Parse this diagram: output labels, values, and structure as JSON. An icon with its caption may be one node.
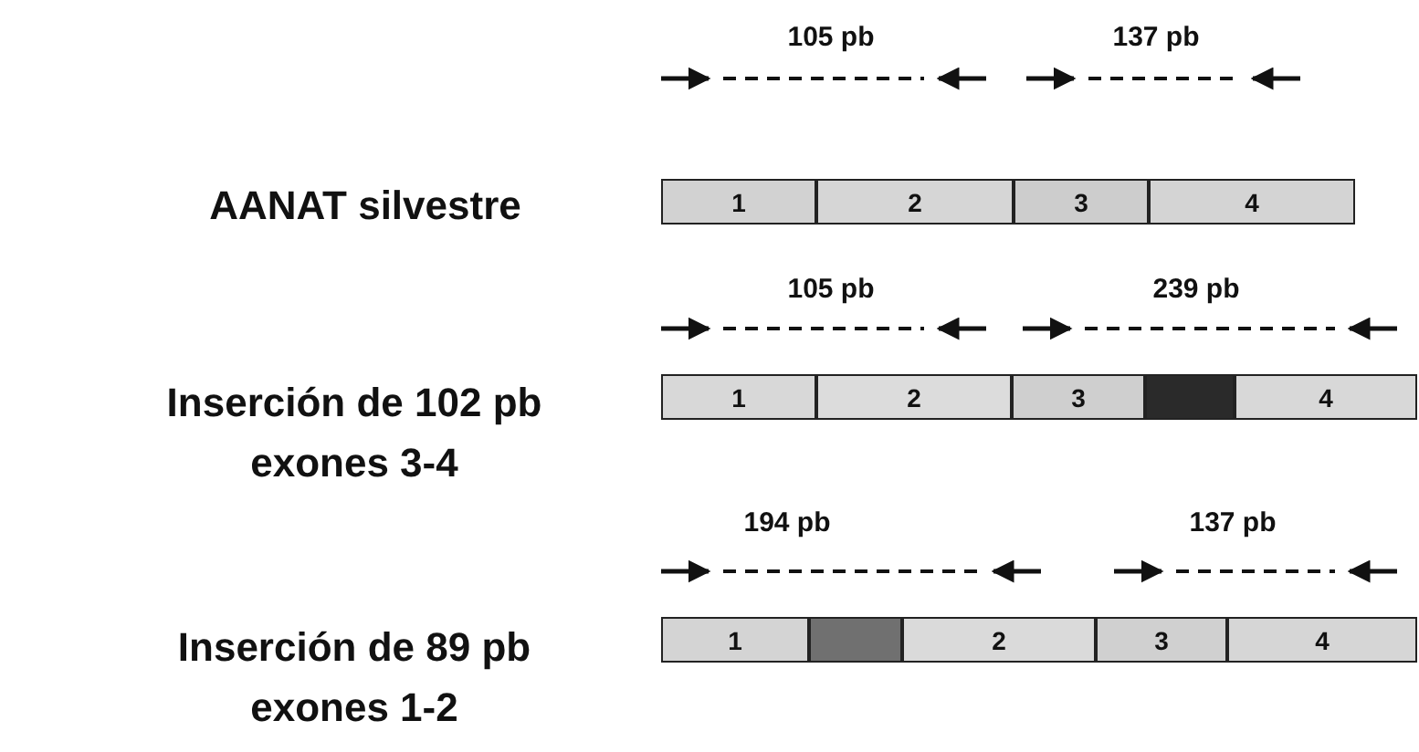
{
  "diagram": {
    "nodes": [
      {
        "text": [
          "1"
        ]
      },
      {
        "text": [
          "2"
        ]
      },
      {
        "text": [
          "3"
        ]
      },
      {
        "text": [
          "4"
        ]
      },
      {
        "text": [
          "1"
        ]
      },
      {
        "text": [
          "2"
        ]
      },
      {
        "text": [
          "3"
        ]
      },
      {
        "text": [],
        "shape": "box"
      },
      {
        "text": [
          "4"
        ]
      },
      {
        "text": [
          "1"
        ]
      },
      {
        "text": [],
        "shape": "box"
      },
      {
        "text": [
          "2"
        ]
      },
      {
        "text": [
          "3"
        ]
      },
      {
        "text": [
          "4"
        ]
      }
    ],
    "labels": [
      "105 pb",
      "137 pb",
      "AANAT silvestre",
      "105 pb",
      "239 pb",
      "Inserción de 102 pb exones 3-4",
      "194 pb",
      "137 pb",
      "Inserción de 89 pb exones 1-2"
    ]
  }
}
